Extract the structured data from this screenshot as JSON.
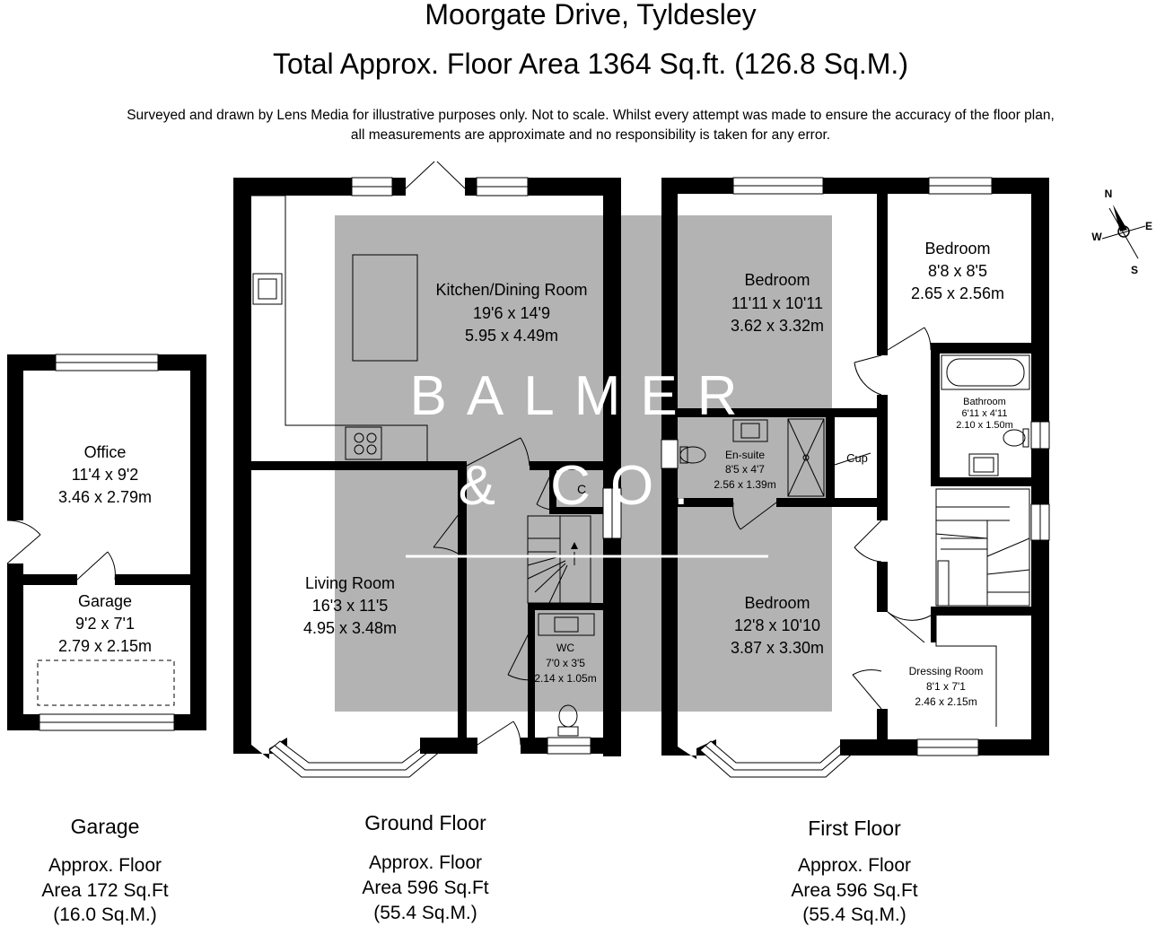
{
  "header": {
    "address": "Moorgate Drive, Tyldesley",
    "total_area": "Total Approx. Floor Area 1364 Sq.ft. (126.8 Sq.M.)",
    "disclaimer_line1": "Surveyed and drawn by Lens Media for illustrative purposes only. Not to scale. Whilst every attempt was made to ensure the accuracy of the floor plan,",
    "disclaimer_line2": "all measurements are approximate and no responsibility is taken for any error."
  },
  "watermark": {
    "line1": "BALMER",
    "line2": "& CO.",
    "color": "#ffffff",
    "box_color": "#b3b3b3"
  },
  "compass": {
    "n": "N",
    "e": "E",
    "s": "S",
    "w": "W"
  },
  "rooms": {
    "kitchen": {
      "name": "Kitchen/Dining Room",
      "imperial": "19'6 x 14'9",
      "metric": "5.95 x 4.49m"
    },
    "living": {
      "name": "Living Room",
      "imperial": "16'3 x 11'5",
      "metric": "4.95 x 3.48m"
    },
    "wc": {
      "name": "WC",
      "imperial": "7'0 x 3'5",
      "metric": "2.14 x 1.05m"
    },
    "cupboard_gf": {
      "name": "C"
    },
    "office": {
      "name": "Office",
      "imperial": "11'4 x 9'2",
      "metric": "3.46 x 2.79m"
    },
    "garage": {
      "name": "Garage",
      "imperial": "9'2 x 7'1",
      "metric": "2.79 x 2.15m"
    },
    "bedroom1": {
      "name": "Bedroom",
      "imperial": "11'11 x 10'11",
      "metric": "3.62 x 3.32m"
    },
    "bedroom2": {
      "name": "Bedroom",
      "imperial": "8'8 x 8'5",
      "metric": "2.65 x 2.56m"
    },
    "bedroom3": {
      "name": "Bedroom",
      "imperial": "12'8 x 10'10",
      "metric": "3.87 x 3.30m"
    },
    "bathroom": {
      "name": "Bathroom",
      "imperial": "6'11 x 4'11",
      "metric": "2.10 x 1.50m"
    },
    "ensuite": {
      "name": "En-suite",
      "imperial": "8'5 x 4'7",
      "metric": "2.56 x 1.39m"
    },
    "cupboard_ff": {
      "name": "Cup"
    },
    "dressing": {
      "name": "Dressing Room",
      "imperial": "8'1 x 7'1",
      "metric": "2.46 x 2.15m"
    }
  },
  "floors": {
    "garage": {
      "title": "Garage",
      "line1": "Approx. Floor",
      "line2": "Area 172 Sq.Ft",
      "line3": "(16.0 Sq.M.)"
    },
    "ground": {
      "title": "Ground Floor",
      "line1": "Approx. Floor",
      "line2": "Area 596 Sq.Ft",
      "line3": "(55.4 Sq.M.)"
    },
    "first": {
      "title": "First Floor",
      "line1": "Approx. Floor",
      "line2": "Area 596 Sq.Ft",
      "line3": "(55.4 Sq.M.)"
    }
  }
}
